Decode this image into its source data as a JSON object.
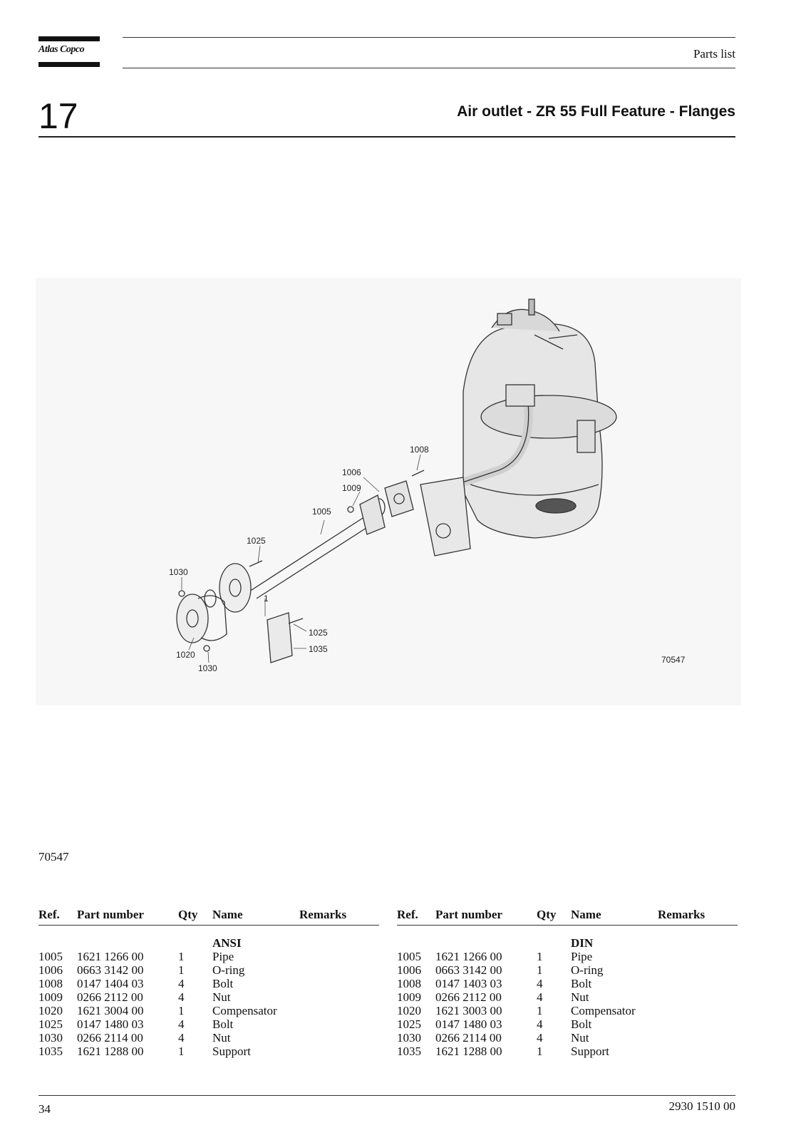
{
  "header": {
    "logo_text": "Atlas Copco",
    "section_label": "Parts list"
  },
  "section_number": "17",
  "title": "Air outlet - ZR 55 Full Feature - Flanges",
  "figure": {
    "callouts": [
      "1008",
      "1006",
      "1009",
      "1005",
      "1025",
      "1030",
      "1",
      "1025",
      "1035",
      "1020",
      "1030"
    ],
    "figure_id": "70547"
  },
  "figure_caption": "70547",
  "columns": {
    "ref": "Ref.",
    "part_number": "Part number",
    "qty": "Qty",
    "name": "Name",
    "remarks": "Remarks"
  },
  "tables": [
    {
      "group": "ANSI",
      "rows": [
        {
          "ref": "1005",
          "part_number": "1621 1266 00",
          "qty": "1",
          "name": "Pipe",
          "remarks": ""
        },
        {
          "ref": "1006",
          "part_number": "0663 3142 00",
          "qty": "1",
          "name": "O-ring",
          "remarks": ""
        },
        {
          "ref": "1008",
          "part_number": "0147 1404 03",
          "qty": "4",
          "name": "Bolt",
          "remarks": ""
        },
        {
          "ref": "1009",
          "part_number": "0266 2112 00",
          "qty": "4",
          "name": "Nut",
          "remarks": ""
        },
        {
          "ref": "1020",
          "part_number": "1621 3004 00",
          "qty": "1",
          "name": "Compensator",
          "remarks": ""
        },
        {
          "ref": "1025",
          "part_number": "0147 1480 03",
          "qty": "4",
          "name": "Bolt",
          "remarks": ""
        },
        {
          "ref": "1030",
          "part_number": "0266 2114 00",
          "qty": "4",
          "name": "Nut",
          "remarks": ""
        },
        {
          "ref": "1035",
          "part_number": "1621 1288 00",
          "qty": "1",
          "name": "Support",
          "remarks": ""
        }
      ]
    },
    {
      "group": "DIN",
      "rows": [
        {
          "ref": "1005",
          "part_number": "1621 1266 00",
          "qty": "1",
          "name": "Pipe",
          "remarks": ""
        },
        {
          "ref": "1006",
          "part_number": "0663 3142 00",
          "qty": "1",
          "name": "O-ring",
          "remarks": ""
        },
        {
          "ref": "1008",
          "part_number": "0147 1403 03",
          "qty": "4",
          "name": "Bolt",
          "remarks": ""
        },
        {
          "ref": "1009",
          "part_number": "0266 2112 00",
          "qty": "4",
          "name": "Nut",
          "remarks": ""
        },
        {
          "ref": "1020",
          "part_number": "1621 3003 00",
          "qty": "1",
          "name": "Compensator",
          "remarks": ""
        },
        {
          "ref": "1025",
          "part_number": "0147 1480 03",
          "qty": "4",
          "name": "Bolt",
          "remarks": ""
        },
        {
          "ref": "1030",
          "part_number": "0266 2114 00",
          "qty": "4",
          "name": "Nut",
          "remarks": ""
        },
        {
          "ref": "1035",
          "part_number": "1621 1288 00",
          "qty": "1",
          "name": "Support",
          "remarks": ""
        }
      ]
    }
  ],
  "footer": {
    "page_number": "34",
    "doc_number": "2930 1510 00"
  }
}
